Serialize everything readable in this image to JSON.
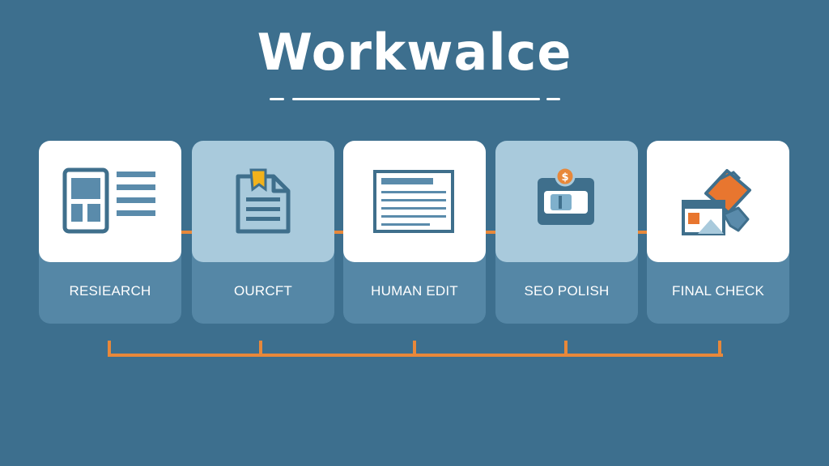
{
  "title": "Workwalce",
  "colors": {
    "background": "#3d6f8e",
    "accent": "#e8883a",
    "icon_dark": "#3f6f8c",
    "card_white": "#ffffff",
    "card_blue": "#a9cadc",
    "label_panel": "#5587a6"
  },
  "steps": [
    {
      "label": "RESIEARCH",
      "icon": "document-layout-icon"
    },
    {
      "label": "OURCFT",
      "icon": "draft-document-icon"
    },
    {
      "label": "HUMAN EDIT",
      "icon": "text-editor-icon"
    },
    {
      "label": "SEO POLISH",
      "icon": "ticket-dollar-icon"
    },
    {
      "label": "FINAL CHECK",
      "icon": "image-check-icon"
    }
  ]
}
